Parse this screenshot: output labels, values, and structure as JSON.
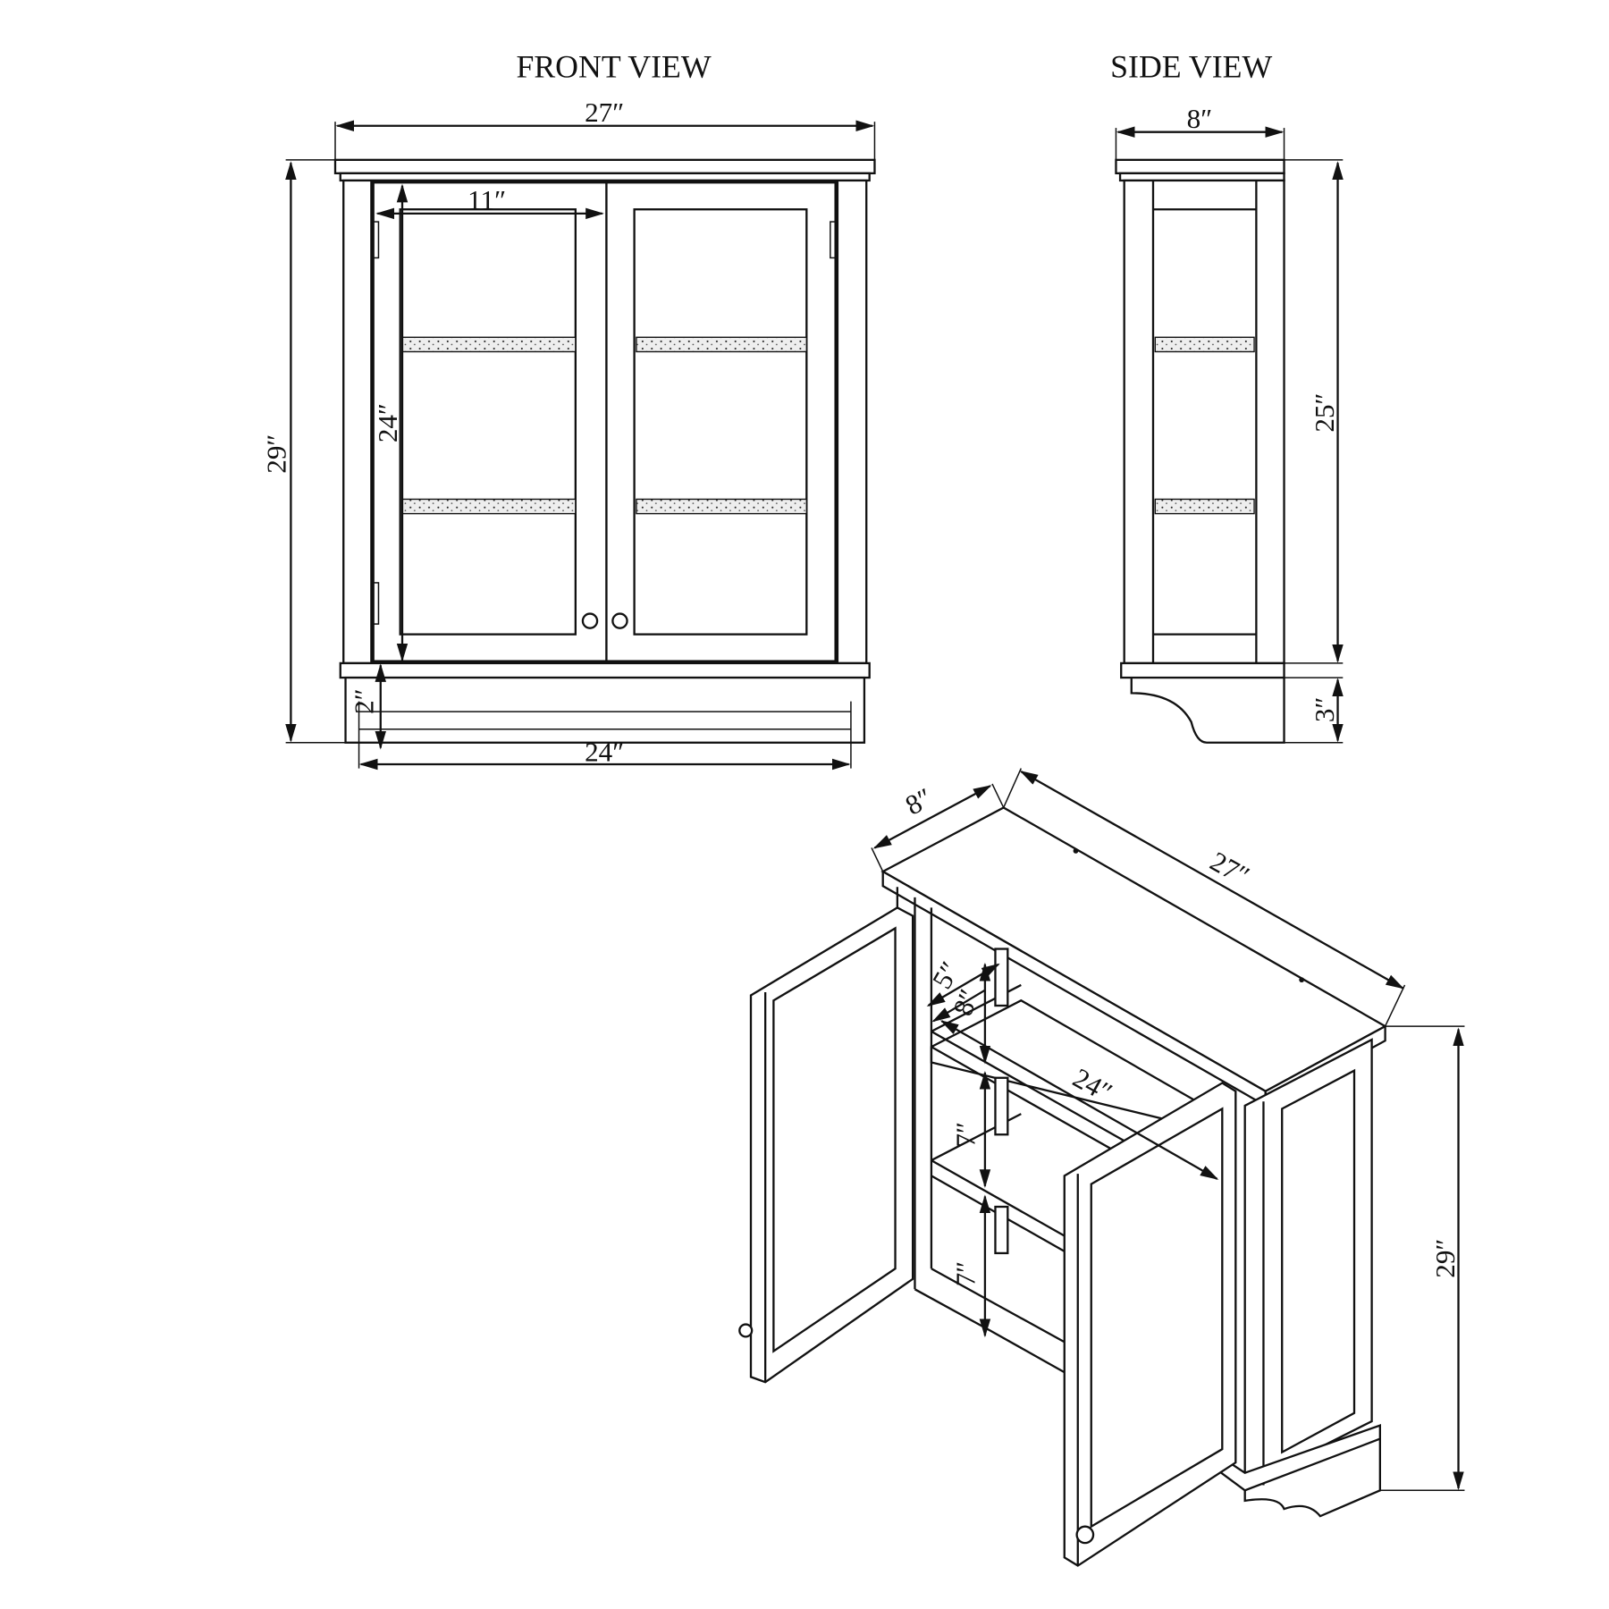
{
  "titles": {
    "front": "FRONT VIEW",
    "side": "SIDE VIEW"
  },
  "front_view": {
    "overall_width": "27″",
    "door_width": "11″",
    "inner_height": "24″",
    "overall_height": "29″",
    "base_height": "2″",
    "base_width": "24″"
  },
  "side_view": {
    "depth": "8″",
    "body_height": "25″",
    "base_height": "3″"
  },
  "isometric_view": {
    "depth": "8″",
    "width": "27″",
    "shelf_depth_top": "5″",
    "shelf_depth": "8″",
    "shelf_width": "24″",
    "shelf_spacing_1": "7″",
    "shelf_spacing_2": "7″",
    "height": "29″"
  }
}
